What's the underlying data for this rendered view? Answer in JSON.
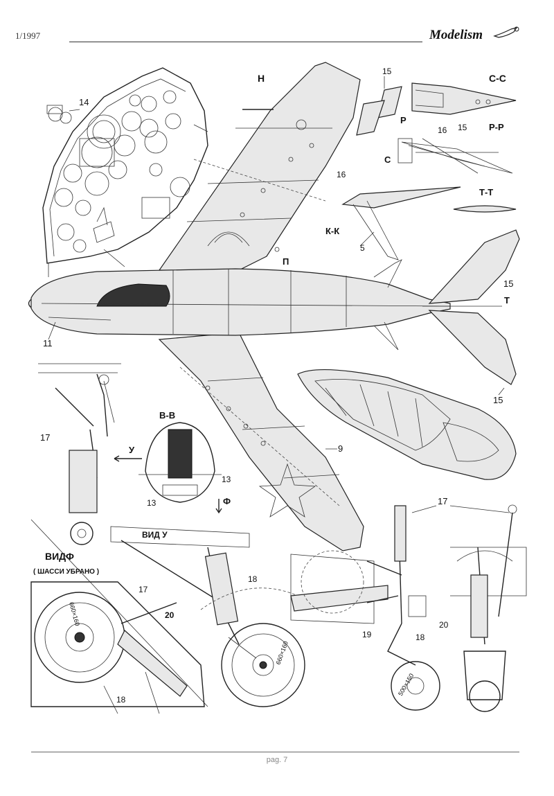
{
  "header": {
    "issue": "1/1997",
    "brand": "Modelism"
  },
  "footer": {
    "page": "pag. 7"
  },
  "section_labels": {
    "H": "Н",
    "CC": "С-С",
    "P": "Р",
    "PP": "Р-Р",
    "C": "С",
    "TT": "Т-Т",
    "KK": "К-К",
    "Pi": "П",
    "T": "Т",
    "BB": "В-В",
    "U": "У",
    "F": "Ф",
    "vidU": "ВИД У",
    "vidF": "ВИДФ",
    "vidF_note": "( ШАССИ УБРАНО )"
  },
  "callouts": {
    "n14": "14",
    "n15a": "15",
    "n15b": "15",
    "n15c": "15",
    "n15d": "15",
    "n16a": "16",
    "n16b": "16",
    "n5": "5",
    "n11": "11",
    "n9": "9",
    "n17a": "17",
    "n17b": "17",
    "n17c": "17",
    "n13a": "13",
    "n13b": "13",
    "n18a": "18",
    "n18b": "18",
    "n18c": "18",
    "n19": "19",
    "n20a": "20",
    "n20b": "20"
  },
  "tire_markings": {
    "main_wheel_a": "660×160",
    "main_wheel_b": "660×160",
    "nose_wheel": "500×150"
  }
}
